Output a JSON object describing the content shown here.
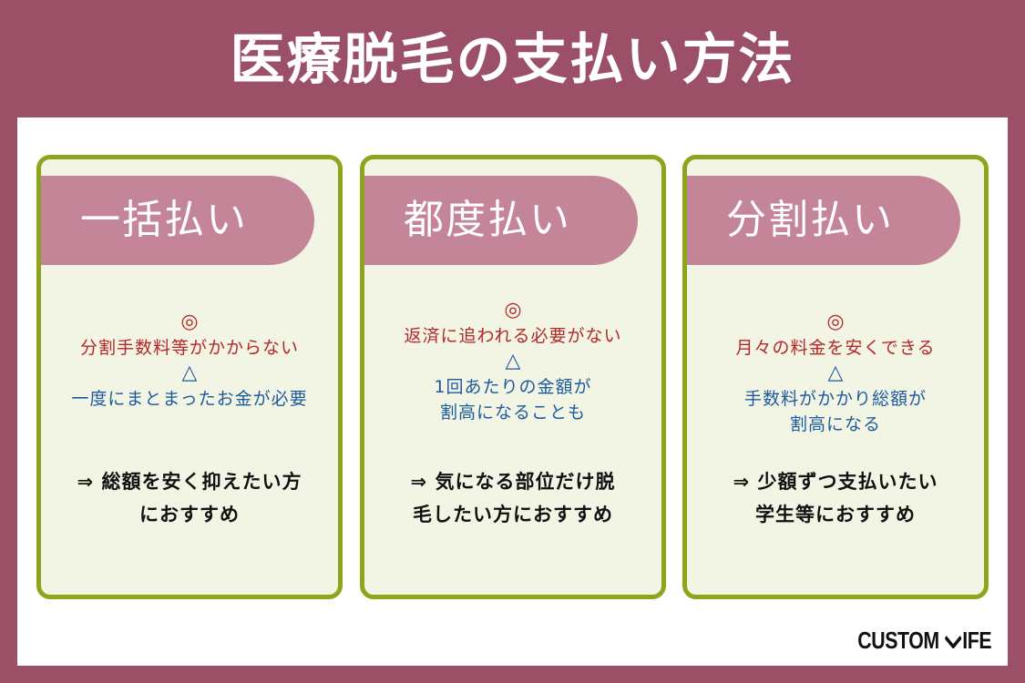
{
  "title": "医療脱毛の支払い方法",
  "colors": {
    "background": "#9c5068",
    "panel": "#ffffff",
    "card_fill": "#f2f4e4",
    "card_border": "#8ca51a",
    "pill": "#c48598",
    "pro_text": "#b42828",
    "con_text": "#1e5a9c",
    "recommend_text": "#111111"
  },
  "cards": [
    {
      "heading": "一括払い",
      "good_mark": "◎",
      "pros": [
        "分割手数料等がかからない"
      ],
      "caution_mark": "△",
      "cons": [
        "一度にまとまったお金が必要"
      ],
      "recommend": [
        "⇒ 総額を安く抑えたい方",
        "におすすめ"
      ]
    },
    {
      "heading": "都度払い",
      "good_mark": "◎",
      "pros": [
        "返済に追われる必要がない"
      ],
      "caution_mark": "△",
      "cons": [
        "1回あたりの金額が",
        "割高になることも"
      ],
      "recommend": [
        "⇒ 気になる部位だけ脱",
        "毛したい方におすすめ"
      ]
    },
    {
      "heading": "分割払い",
      "good_mark": "◎",
      "pros": [
        "月々の料金を安くできる"
      ],
      "caution_mark": "△",
      "cons": [
        "手数料がかかり総額が",
        "割高になる"
      ],
      "recommend": [
        "⇒ 少額ずつ支払いたい",
        "学生等におすすめ"
      ]
    }
  ],
  "logo": {
    "left": "CUSTOM",
    "right": "IFE",
    "icon": "check-v-icon"
  }
}
